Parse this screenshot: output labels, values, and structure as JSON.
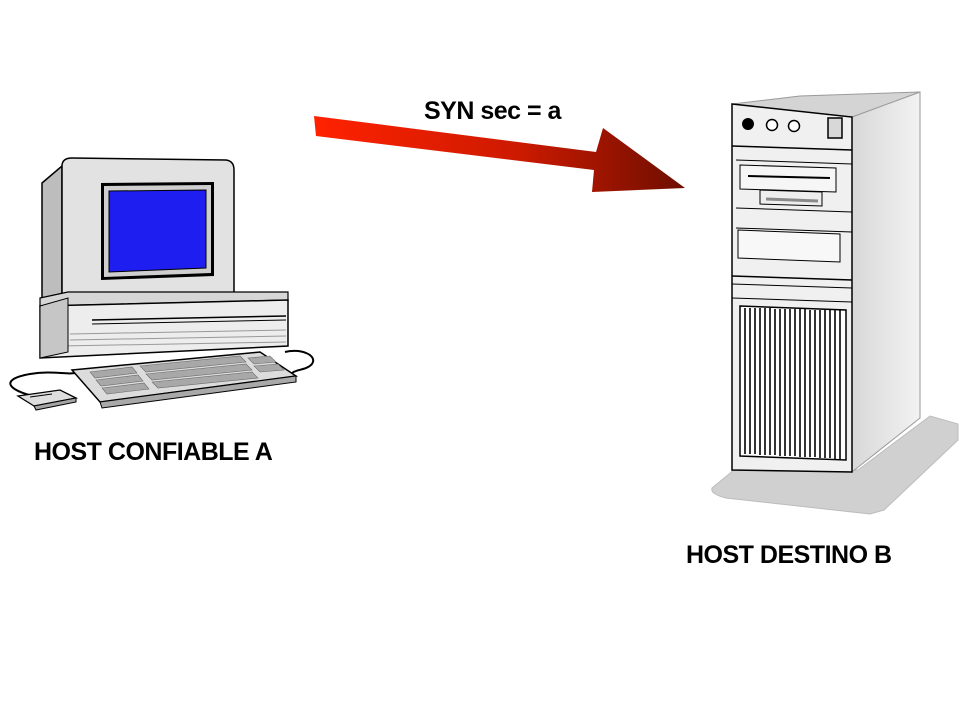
{
  "labels": {
    "host_a": "HOST CONFIABLE A",
    "host_b": "HOST DESTINO B",
    "message": "SYN sec = a"
  },
  "icons": {
    "host_a": "desktop-computer-icon",
    "host_b": "tower-server-icon",
    "message": "arrow-right-icon"
  },
  "colors": {
    "screen": "#1e1ef0",
    "arrow_start": "#ff2000",
    "arrow_end": "#7a1000",
    "case_light": "#e6e6e6",
    "case_shadow": "#b0b0b0"
  }
}
